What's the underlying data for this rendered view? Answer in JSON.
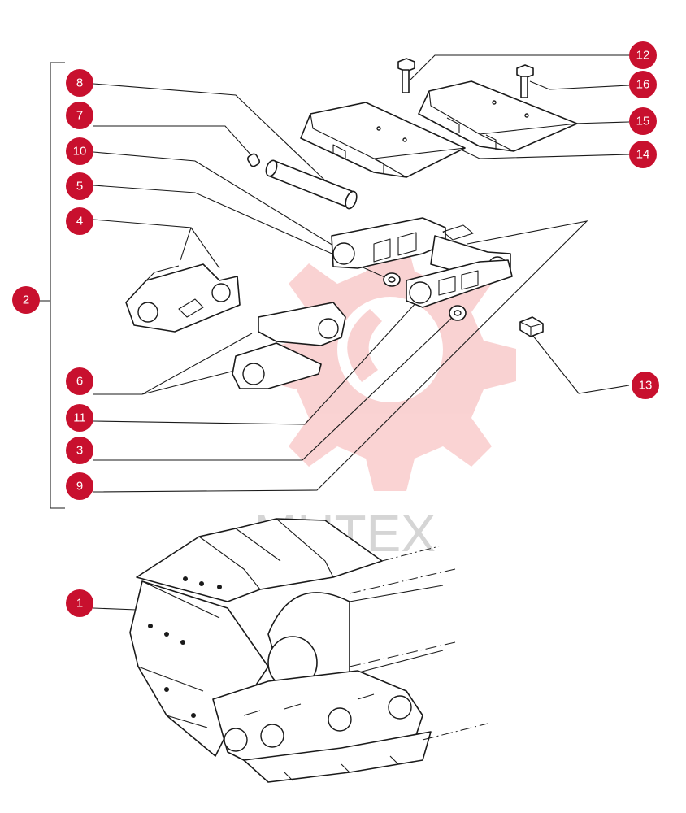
{
  "watermark": {
    "text": "MHTEX",
    "color": "#f4b5b5"
  },
  "callouts": [
    {
      "id": "c1",
      "label": "1"
    },
    {
      "id": "c2",
      "label": "2"
    },
    {
      "id": "c3",
      "label": "3"
    },
    {
      "id": "c4",
      "label": "4"
    },
    {
      "id": "c5",
      "label": "5"
    },
    {
      "id": "c6",
      "label": "6"
    },
    {
      "id": "c7",
      "label": "7"
    },
    {
      "id": "c8",
      "label": "8"
    },
    {
      "id": "c9",
      "label": "9"
    },
    {
      "id": "c10",
      "label": "10"
    },
    {
      "id": "c11",
      "label": "11"
    },
    {
      "id": "c12",
      "label": "12"
    },
    {
      "id": "c13",
      "label": "13"
    },
    {
      "id": "c14",
      "label": "14"
    },
    {
      "id": "c15",
      "label": "15"
    },
    {
      "id": "c16",
      "label": "16"
    }
  ],
  "colors": {
    "callout": "#c8102e",
    "line": "#1a1a1a"
  }
}
